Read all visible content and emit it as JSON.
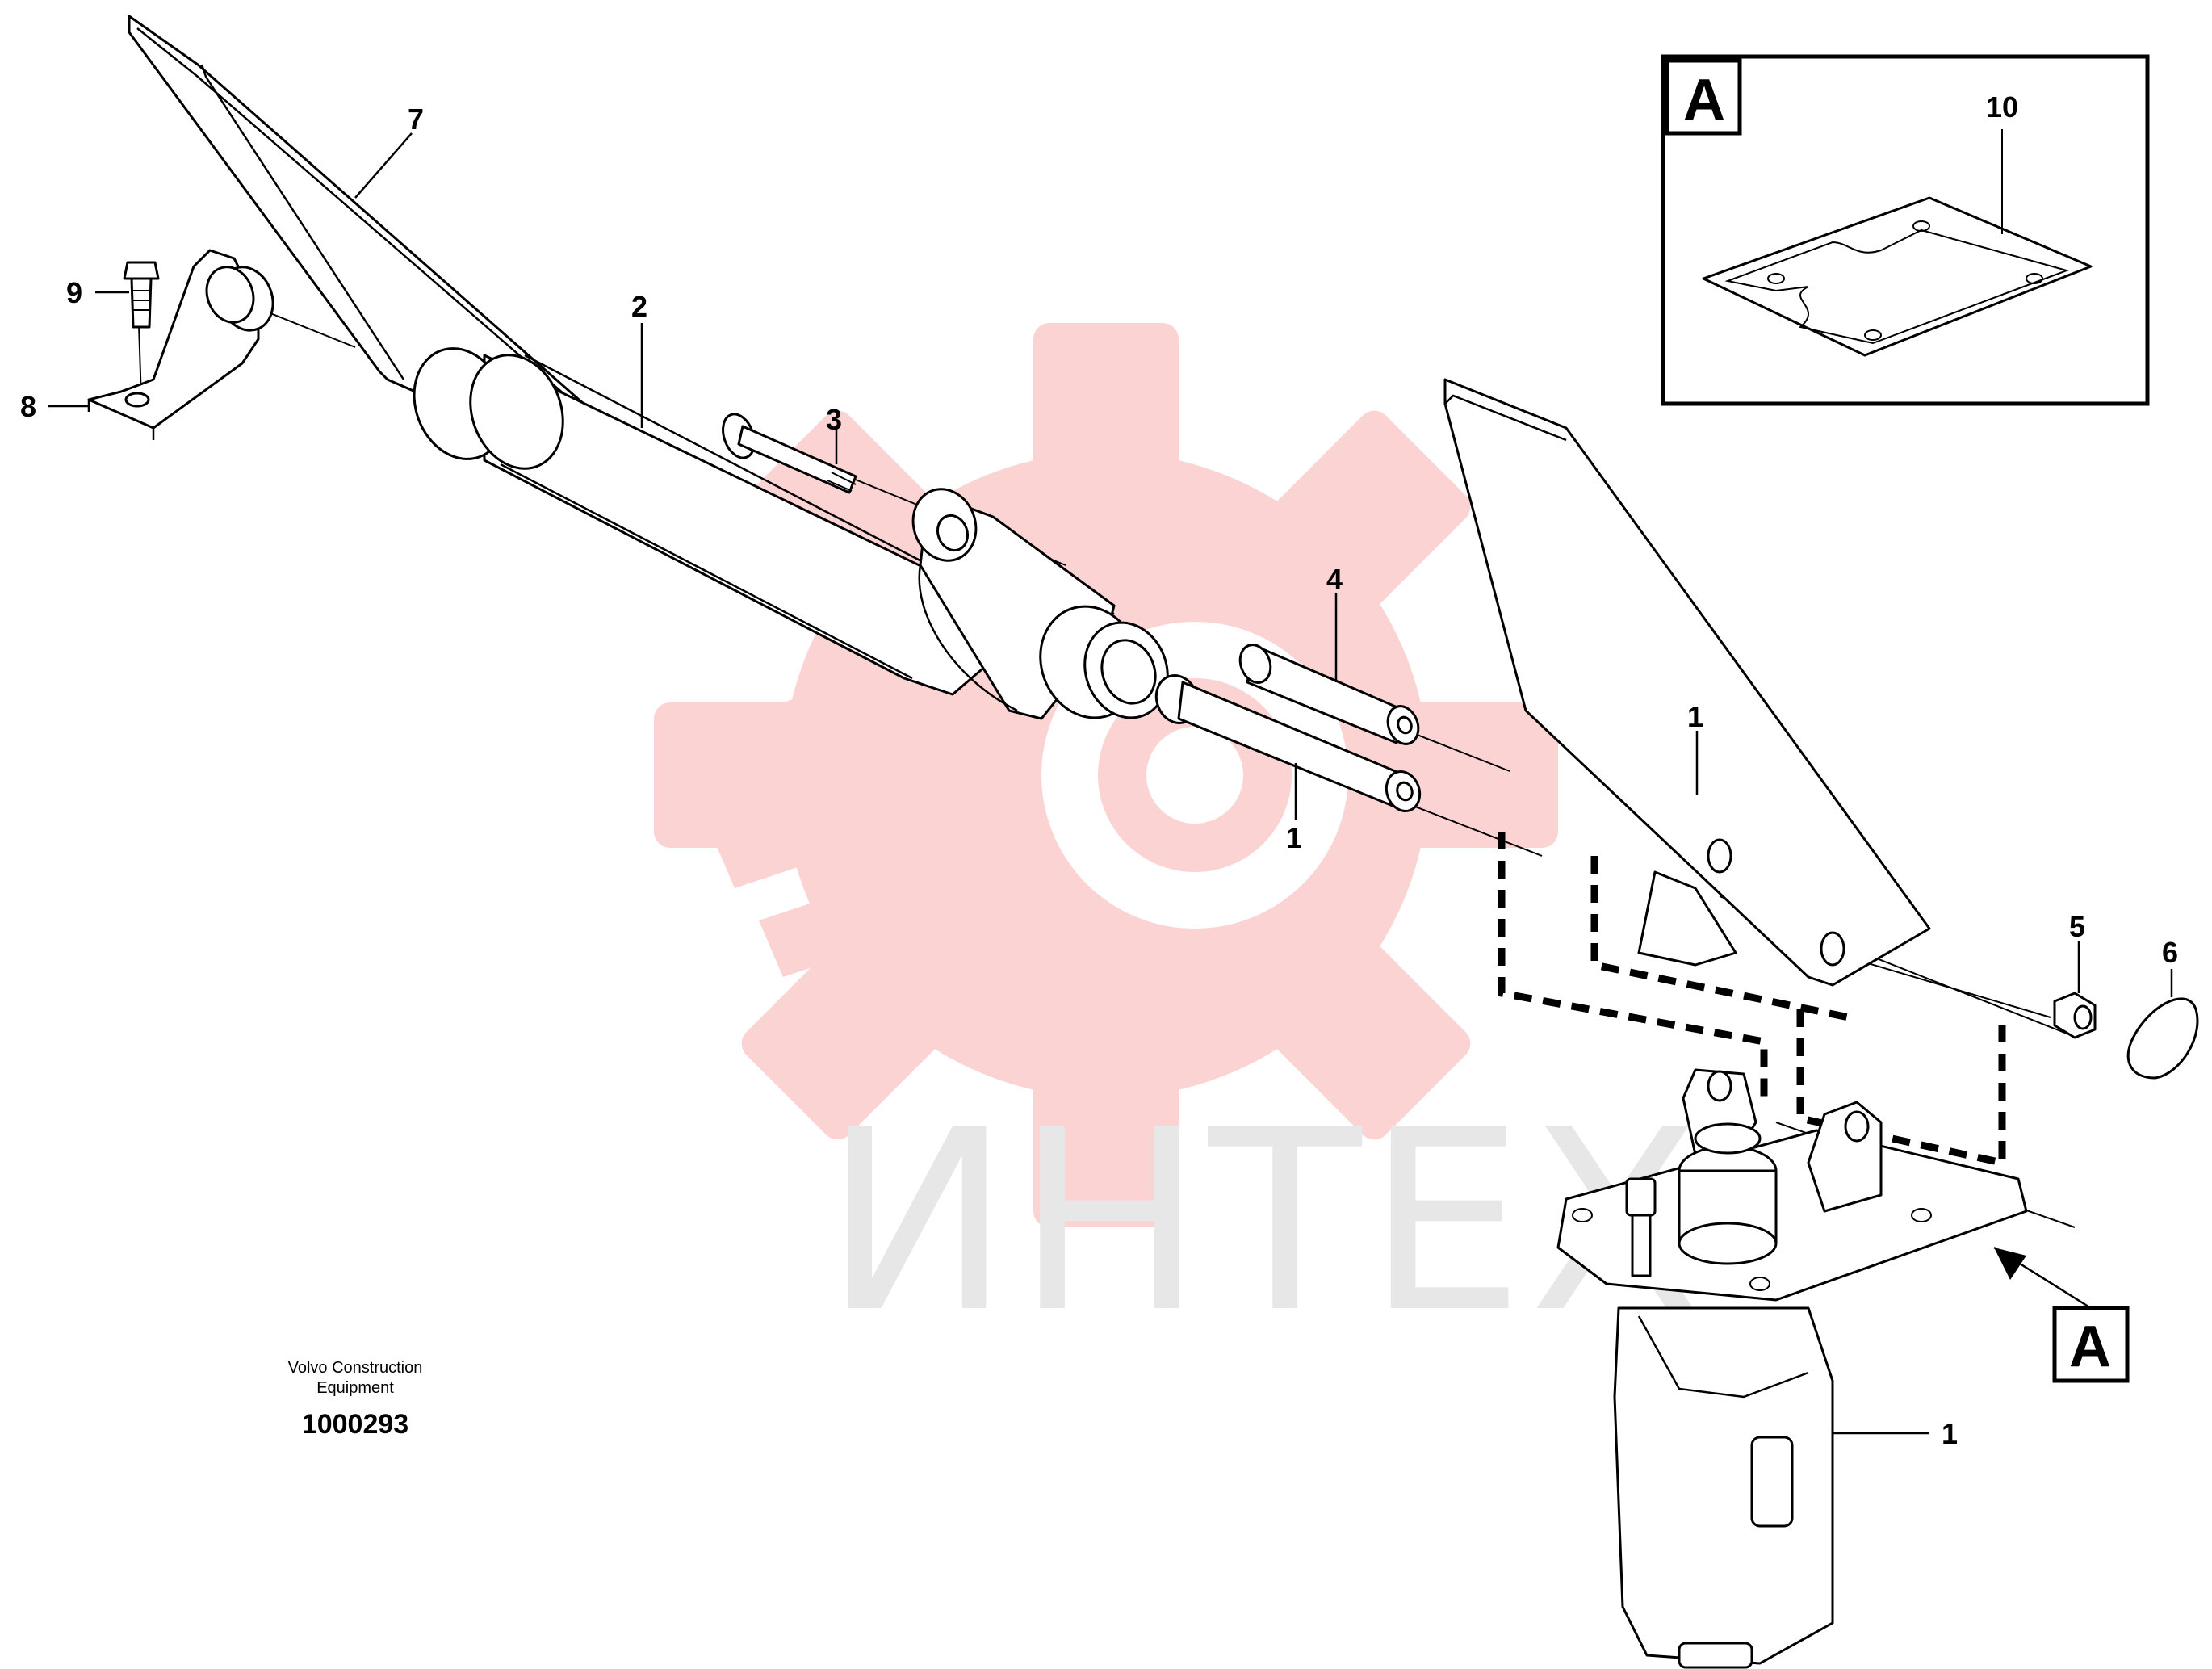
{
  "watermark": {
    "text": "ИНТЕХ",
    "gear_color": "#fbd3d3",
    "text_color": "#e7e7e7"
  },
  "credit": {
    "line1": "Volvo Construction",
    "line2": "Equipment",
    "part_number": "1000293"
  },
  "detail": {
    "label": "A",
    "callout": "10"
  },
  "section_marker": "A",
  "callouts": {
    "c1_upper": "1",
    "c1_mid": "1",
    "c1_lower": "1",
    "c2": "2",
    "c3": "3",
    "c4": "4",
    "c5": "5",
    "c6": "6",
    "c7": "7",
    "c8": "8",
    "c9": "9"
  }
}
